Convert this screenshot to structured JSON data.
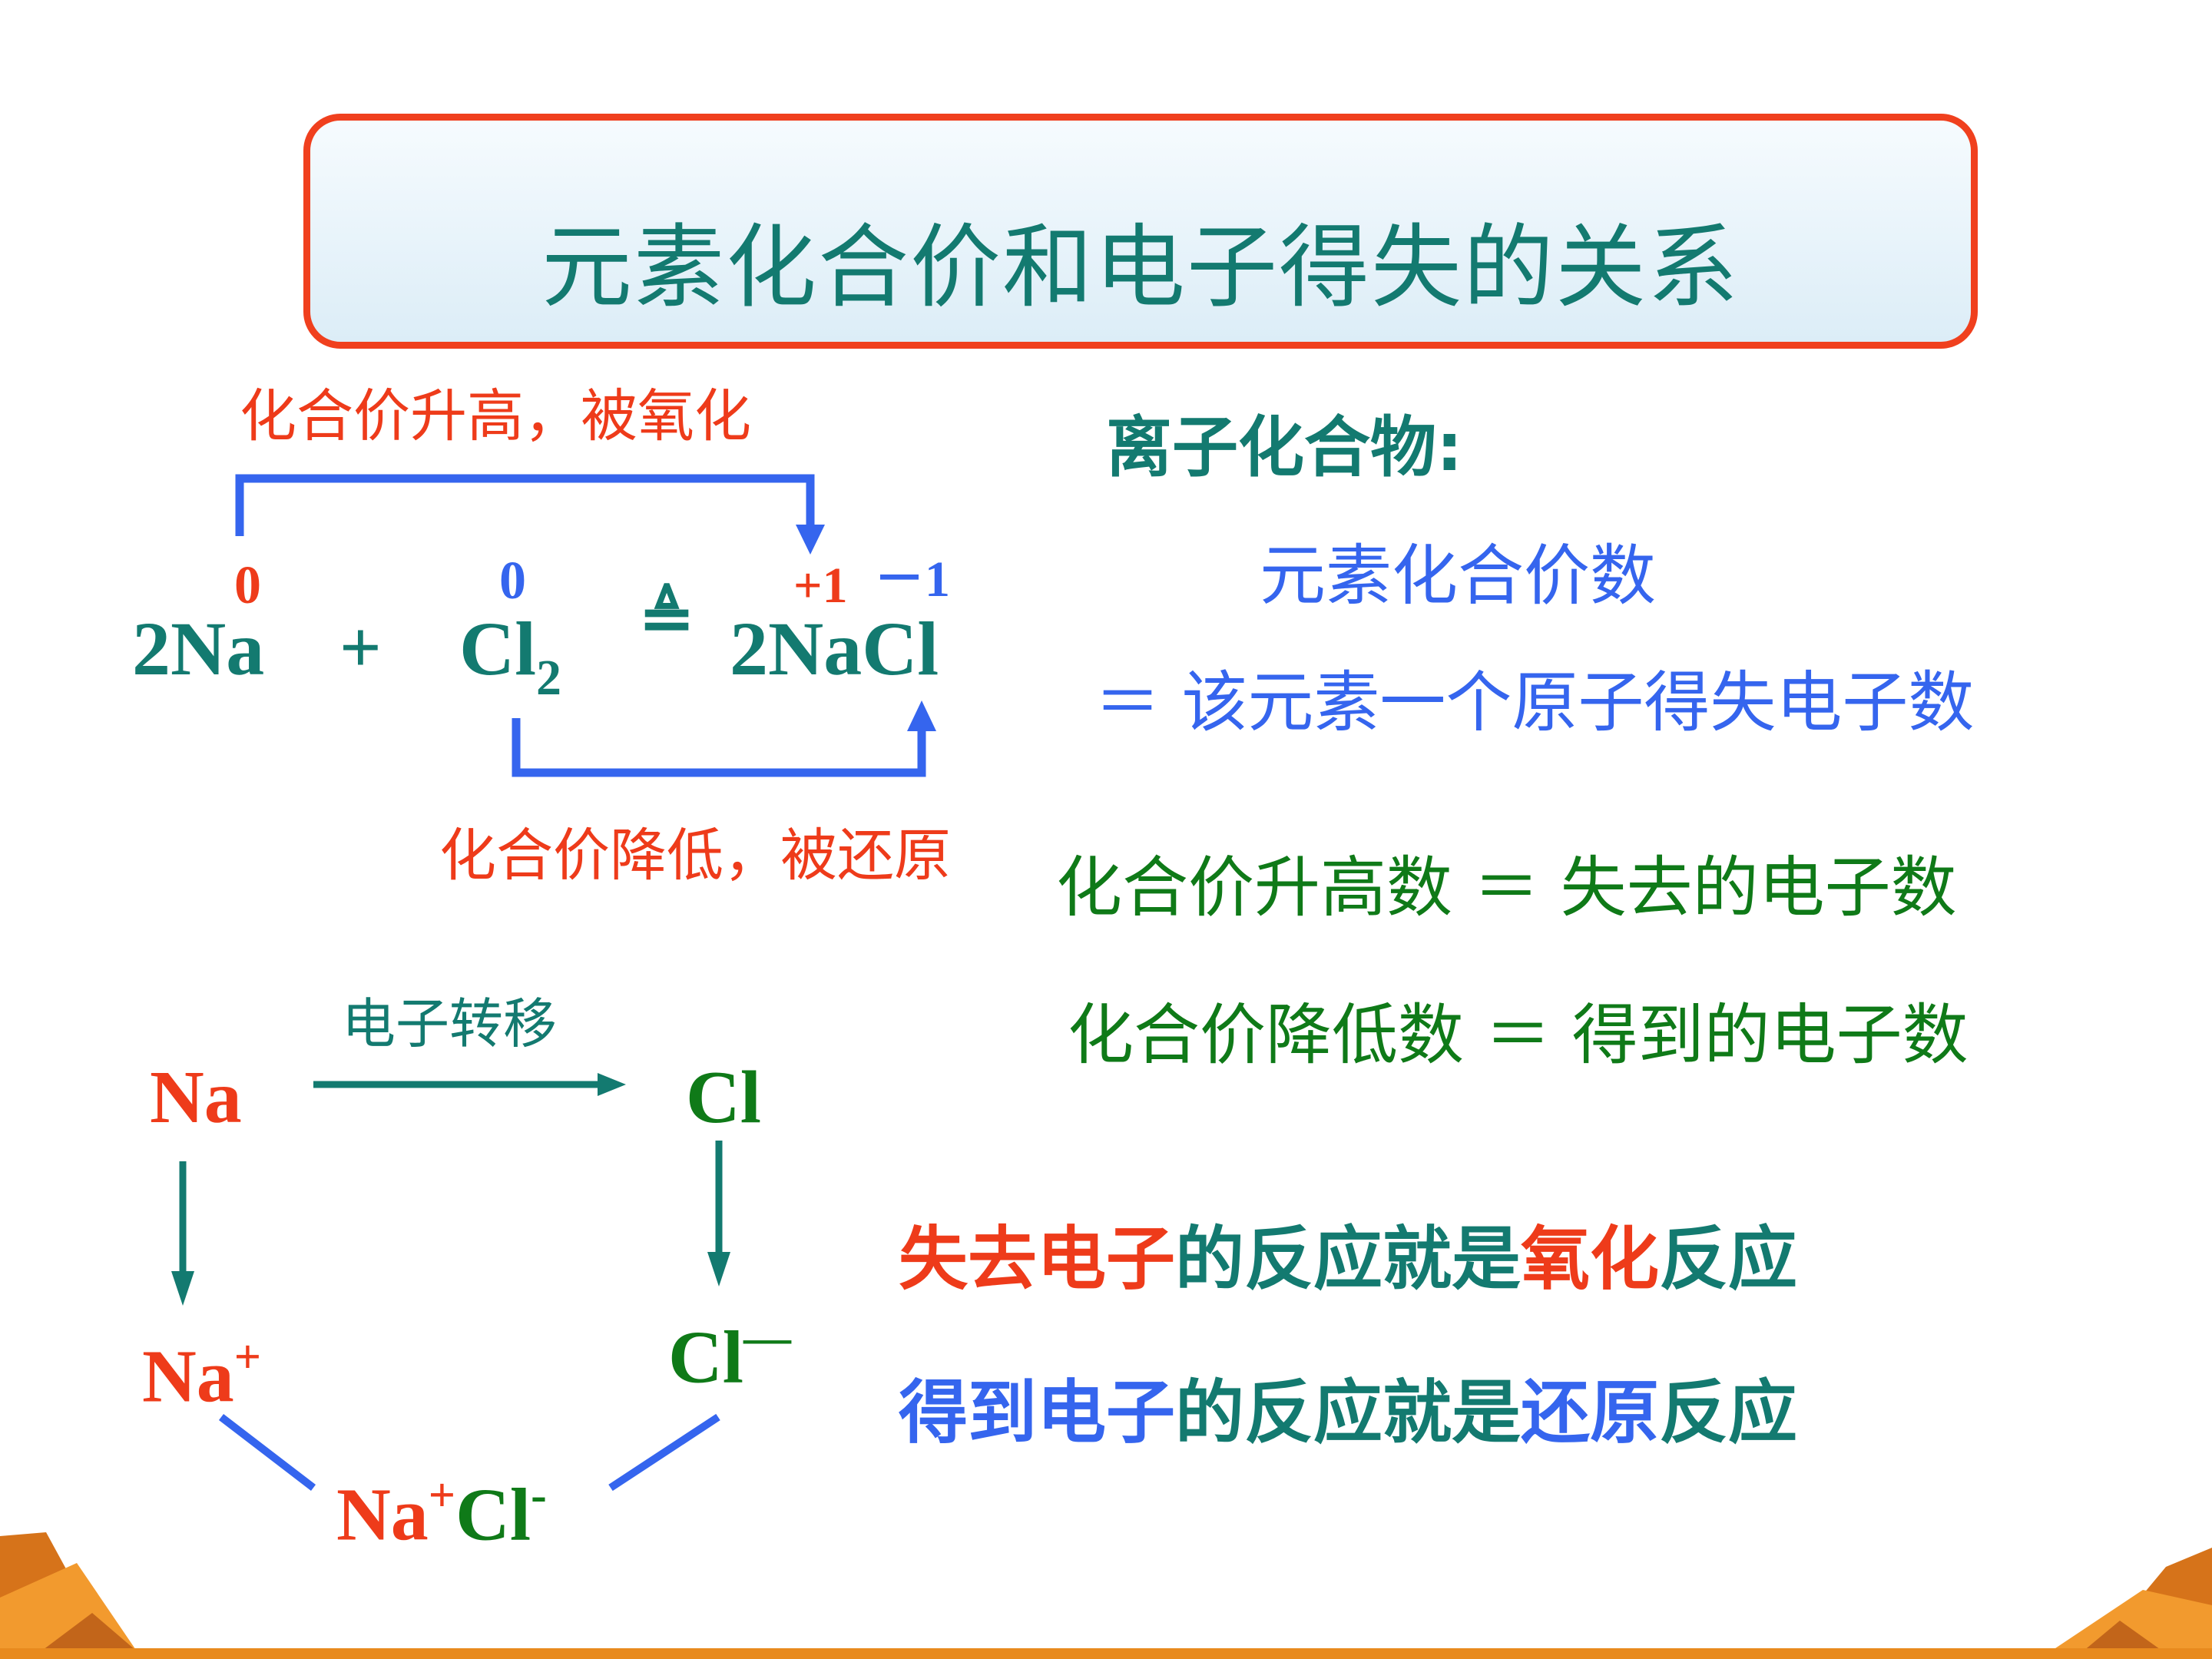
{
  "title": "元素化合价和电子得失的关系",
  "equation": {
    "lhs_na": "2Na",
    "plus": "+",
    "cl": "Cl",
    "cl_sub": "2",
    "condition": "≜",
    "product": "2NaCl",
    "ox_na_reactant": "0",
    "ox_cl_reactant": "0",
    "ox_na_product": "+1",
    "ox_cl_product": "－1",
    "upper_label": "化合价升高，被氧化",
    "lower_label": "化合价降低，被还原"
  },
  "transfer": {
    "label": "电子转移",
    "na": "Na",
    "cl": "Cl",
    "na_ion": "Na",
    "na_ion_sup": "+",
    "cl_ion": "Cl",
    "cl_ion_sup": "—",
    "pair_na": "Na",
    "pair_na_sup": "+",
    "pair_cl": "Cl",
    "pair_cl_sup": "-"
  },
  "rules": {
    "ionic_heading": "离子化合物:",
    "valence_line": "元素化合价数",
    "equals_line": "＝  该元素一个原子得失电子数",
    "rise_line": "化合价升高数 ＝ 失去的电子数",
    "fall_line": "化合价降低数 ＝ 得到的电子数"
  },
  "summary": {
    "line1": [
      "失去电子",
      "的反应就是",
      "氧化",
      "反应"
    ],
    "line2": [
      "得到电子",
      "的反应就是",
      "还原",
      "反应"
    ]
  },
  "colors": {
    "teal": "#137a70",
    "red": "#ee3b1a",
    "blue": "#3565ee",
    "green": "#0f7a18",
    "title_border": "#f0401e",
    "footer_orange": "#e88a1e"
  }
}
